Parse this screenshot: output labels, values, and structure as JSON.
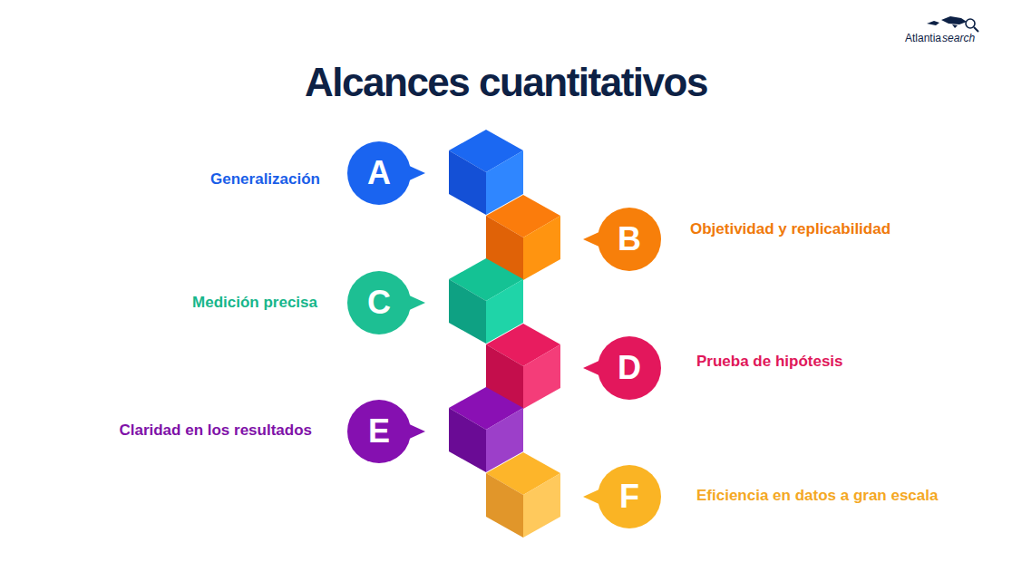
{
  "diagram": {
    "title": "Alcances cuantitativos",
    "nodes": [
      {
        "text": [
          "A"
        ]
      },
      {
        "text": [
          "B"
        ]
      },
      {
        "text": [
          "C"
        ]
      },
      {
        "text": [
          "D"
        ]
      },
      {
        "text": [
          "E"
        ]
      },
      {
        "text": [
          "F"
        ]
      }
    ],
    "labels": [
      "Atlantia",
      "search",
      "Generalización",
      "Objetividad y replicabilidad",
      "Medición precisa",
      "Prueba de hipótesis",
      "Claridad en los resultados",
      "Eficiencia en datos a gran escala"
    ]
  }
}
